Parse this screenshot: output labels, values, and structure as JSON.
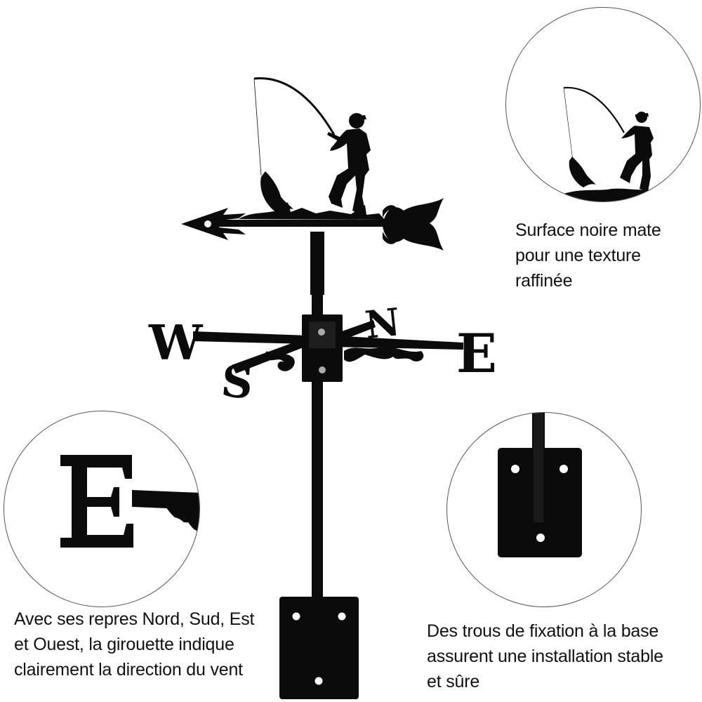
{
  "product": {
    "colors": {
      "metal": "#0b0b0b",
      "background": "#ffffff",
      "circle_border": "#555555"
    },
    "direction_letters": {
      "north": "N",
      "south": "S",
      "east": "E",
      "west": "W"
    }
  },
  "features": [
    {
      "lines": [
        "Surface noire mate",
        "pour une texture",
        "raffinée"
      ]
    },
    {
      "lines": [
        "Avec ses repres Nord, Sud, Est",
        "et Ouest, la girouette indique",
        "clairement la direction du vent"
      ]
    },
    {
      "lines": [
        "Des trous de fixation à la base",
        "assurent une installation stable",
        "et sûre"
      ]
    }
  ],
  "zoom_icons": [
    "fisherman-silhouette-icon",
    "letter-e-detail-icon",
    "mounting-plate-icon"
  ]
}
